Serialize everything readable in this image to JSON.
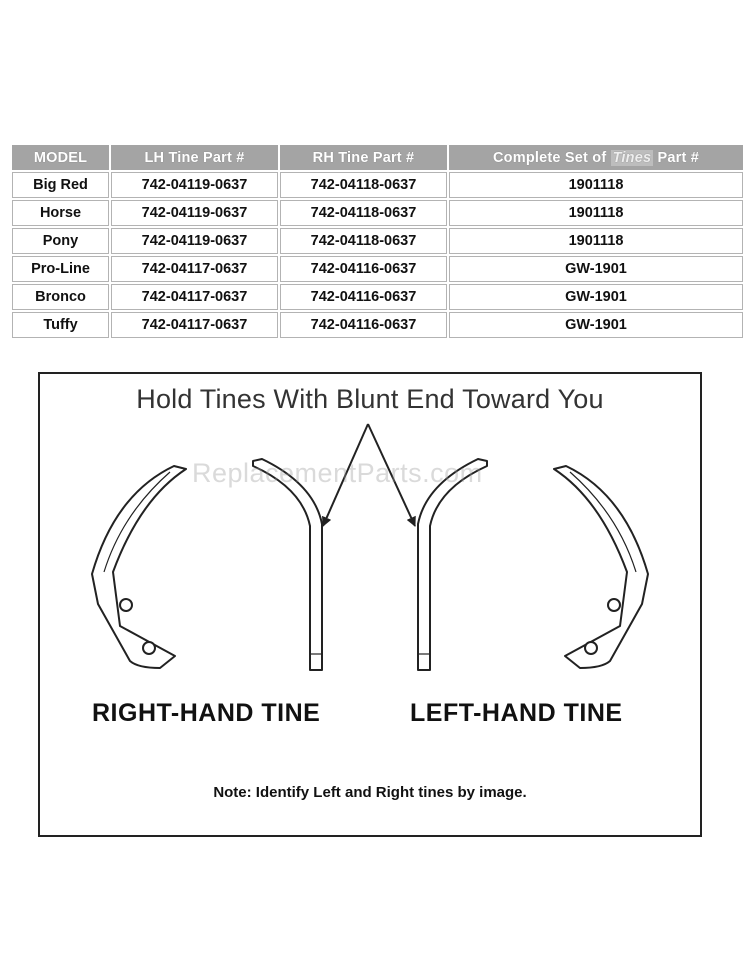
{
  "table": {
    "headers": [
      "MODEL",
      "LH Tine Part #",
      "RH Tine Part #"
    ],
    "complete_set_header": {
      "before": "Complete Set of ",
      "highlight": "Tines",
      "after": " Part #"
    },
    "rows": [
      [
        "Big Red",
        "742-04119-0637",
        "742-04118-0637",
        "1901118"
      ],
      [
        "Horse",
        "742-04119-0637",
        "742-04118-0637",
        "1901118"
      ],
      [
        "Pony",
        "742-04119-0637",
        "742-04118-0637",
        "1901118"
      ],
      [
        "Pro-Line",
        "742-04117-0637",
        "742-04116-0637",
        "GW-1901"
      ],
      [
        "Bronco",
        "742-04117-0637",
        "742-04116-0637",
        "GW-1901"
      ],
      [
        "Tuffy",
        "742-04117-0637",
        "742-04116-0637",
        "GW-1901"
      ]
    ]
  },
  "diagram": {
    "heading": "Hold Tines With Blunt End Toward You",
    "watermark": "ReplacementParts.com",
    "right_label": "RIGHT-HAND TINE",
    "left_label": "LEFT-HAND TINE",
    "note": "Note: Identify Left and Right tines by image."
  }
}
